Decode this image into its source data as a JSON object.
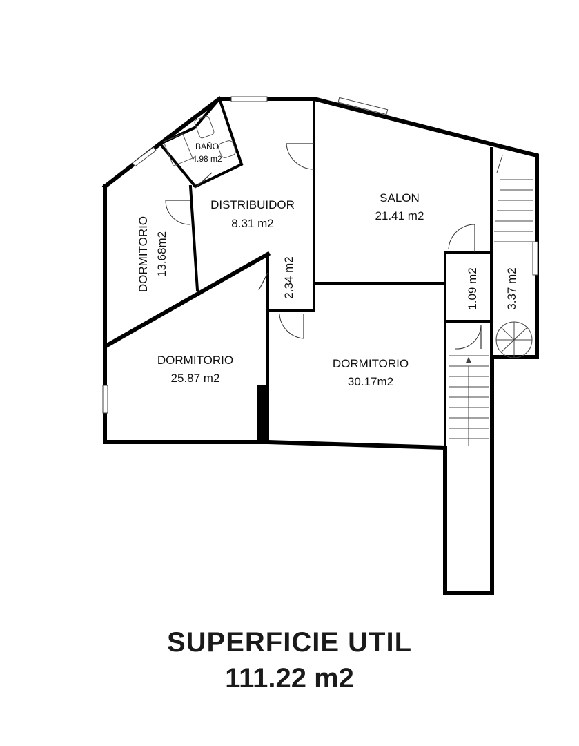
{
  "rooms": {
    "bano": {
      "name": "BAÑO",
      "area": "4.98 m2"
    },
    "distribuidor": {
      "name": "DISTRIBUIDOR",
      "area": "8.31 m2"
    },
    "salon": {
      "name": "SALON",
      "area": "21.41 m2"
    },
    "dormitorio_left": {
      "name": "DORMITORIO",
      "area": "13.68m2"
    },
    "pasillo": {
      "area": "2.34 m2"
    },
    "aseo": {
      "area": "1.09 m2"
    },
    "escalera": {
      "area": "3.37 m2"
    },
    "dormitorio_mid": {
      "name": "DORMITORIO",
      "area": "25.87 m2"
    },
    "dormitorio_right": {
      "name": "DORMITORIO",
      "area": "30.17m2"
    }
  },
  "summary": {
    "title": "SUPERFICIE UTIL",
    "value": "111.22 m2"
  }
}
